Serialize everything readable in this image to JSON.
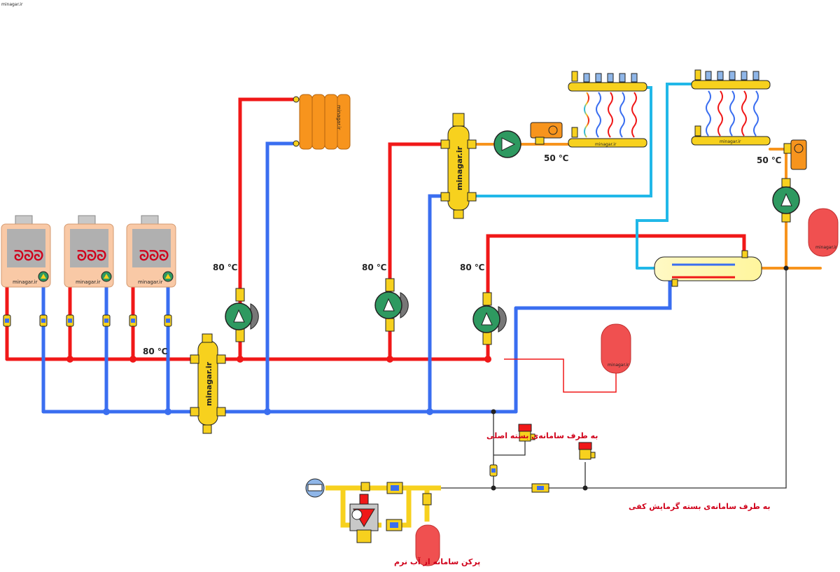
{
  "watermark": "minagar.ir",
  "brand": "minagar.ir",
  "temps": {
    "boiler_out": "80 ℃",
    "radiator_pump": "80 ℃",
    "floor_pump": "80 ℃",
    "hx_pump": "80 ℃",
    "floor_mix": "50 ℃",
    "floor2_mix": "50 ℃"
  },
  "notes": {
    "to_main_closed": "به طرف سامانه‌ی بسته اصلی",
    "to_floor_closed": "به طرف سامانه‌ی بسته گرمایش کفی",
    "fill_softened": "پرکن سامانه از آب نرم"
  },
  "colors": {
    "hot": "#f01818",
    "cold": "#3a6ef0",
    "cyan": "#21b8e8",
    "orange": "#f7941d",
    "yellow": "#f7d11e",
    "pump": "#2e9960",
    "tank": "#f05050",
    "boiler": "#f9c9a6"
  }
}
